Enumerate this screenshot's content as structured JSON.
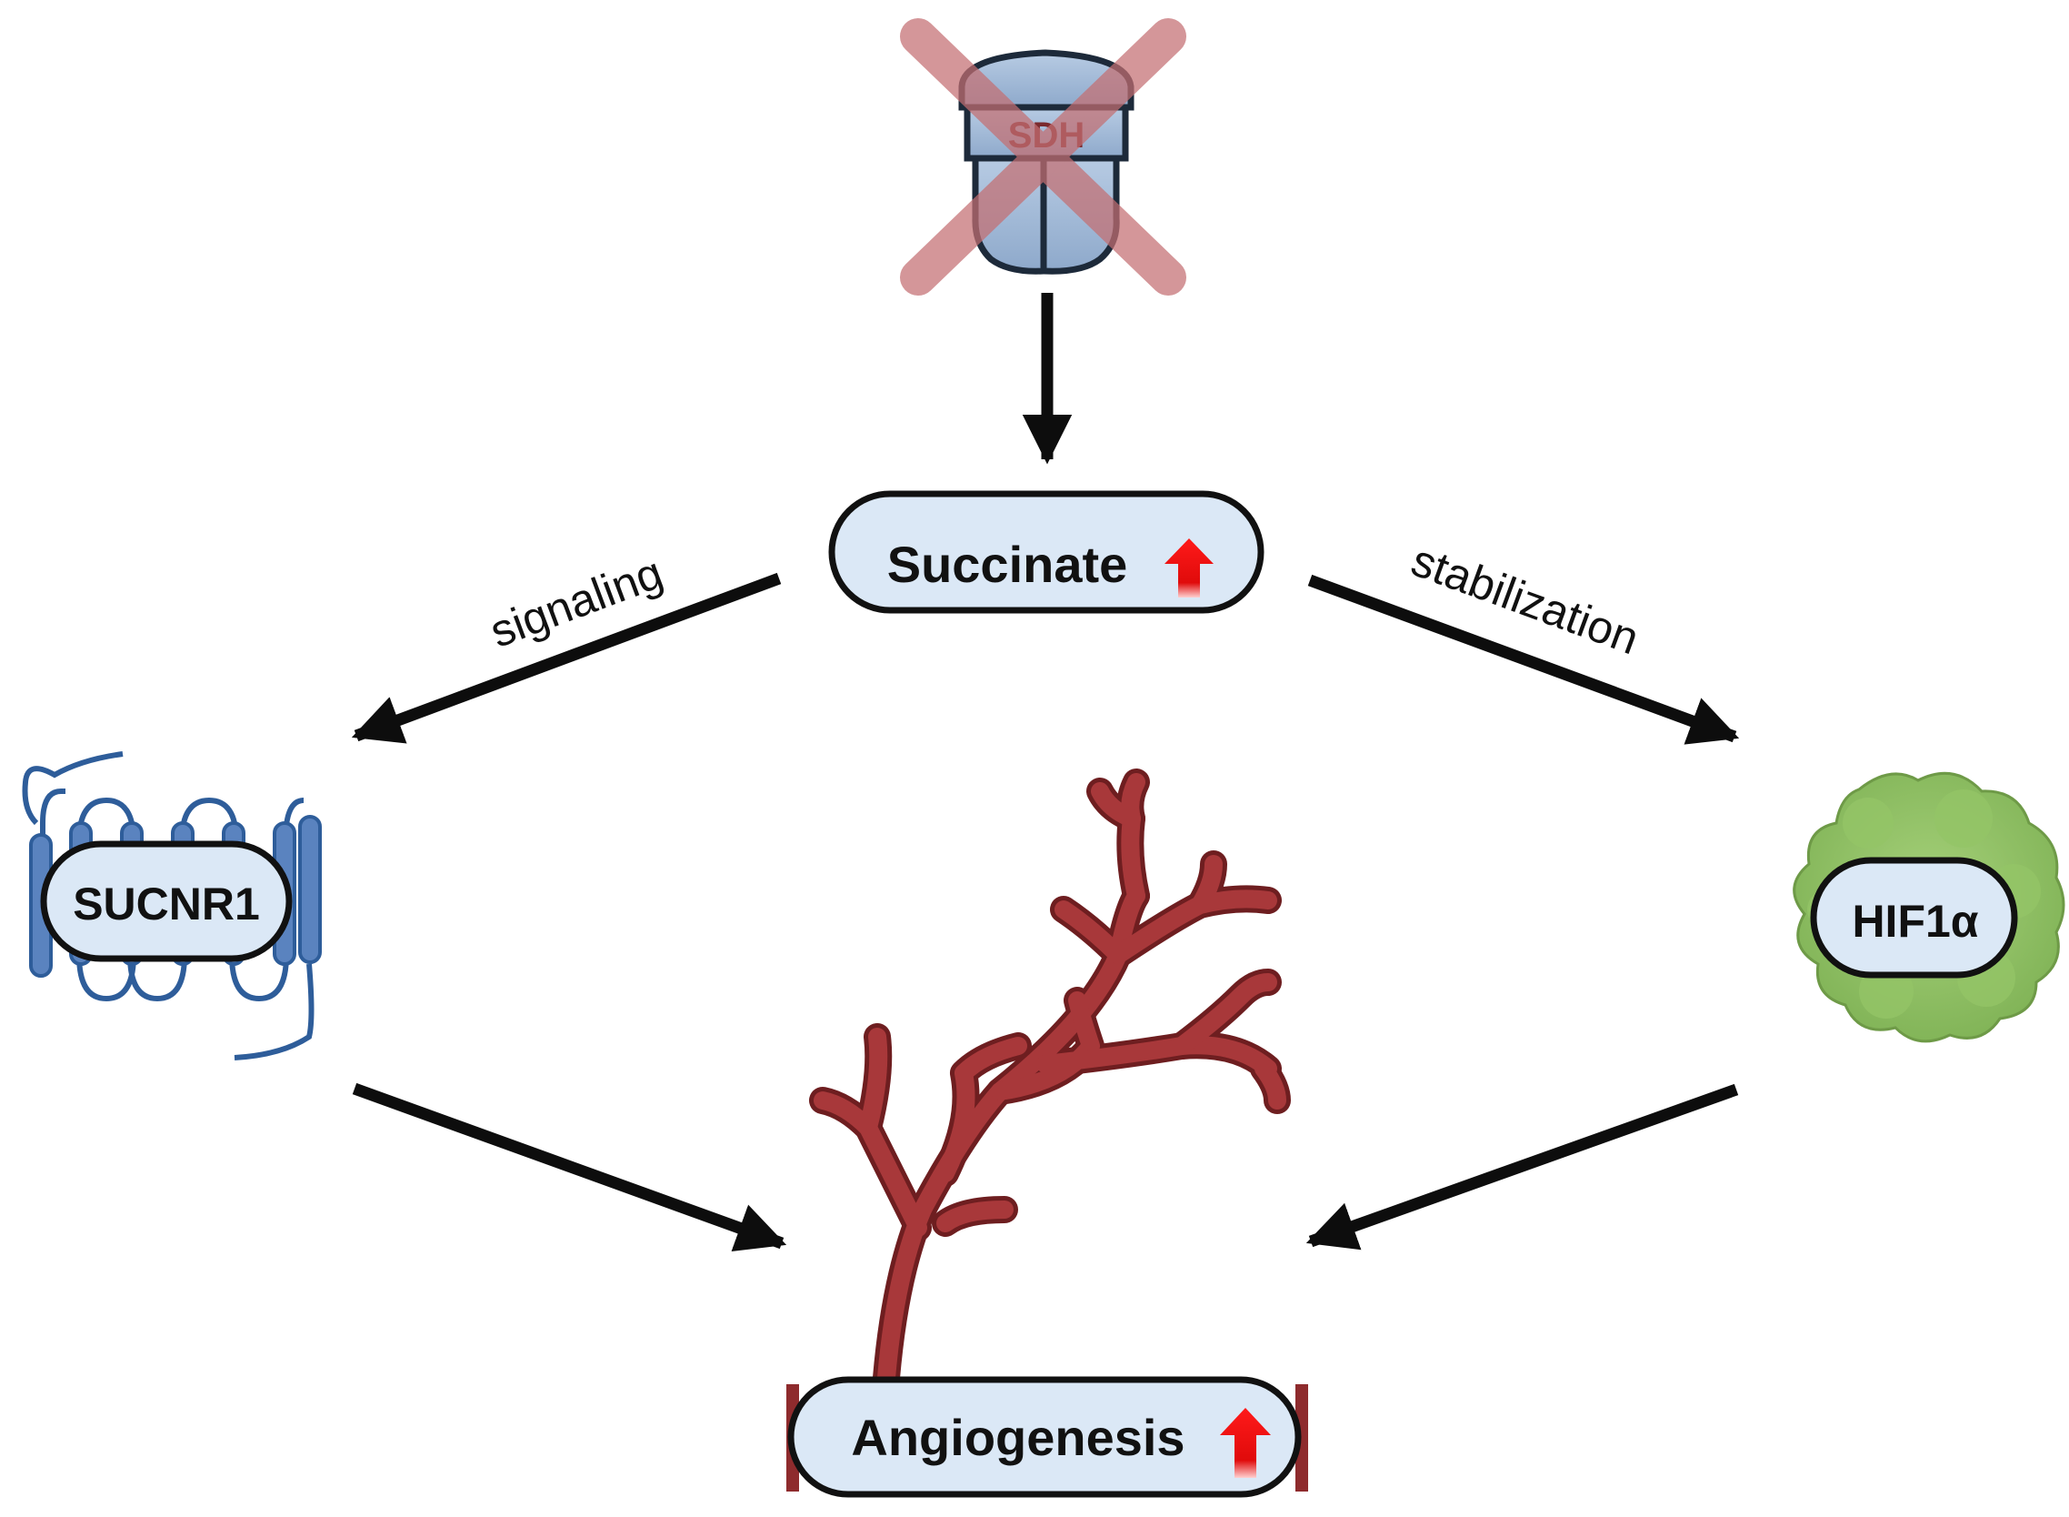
{
  "nodes": {
    "sdh": {
      "label": "SDH",
      "state": "inhibited"
    },
    "succinate": {
      "label": "Succinate",
      "indicator": "up-arrow-icon"
    },
    "sucnr1": {
      "label": "SUCNR1"
    },
    "hif1a": {
      "label": "HIF1α"
    },
    "angiogenesis": {
      "label": "Angiogenesis",
      "indicator": "up-arrow-icon"
    }
  },
  "edges": [
    {
      "from": "SDH",
      "to": "Succinate",
      "label": ""
    },
    {
      "from": "Succinate",
      "to": "SUCNR1",
      "label": "signaling"
    },
    {
      "from": "Succinate",
      "to": "HIF1α",
      "label": "stabilization"
    },
    {
      "from": "SUCNR1",
      "to": "Angiogenesis",
      "label": ""
    },
    {
      "from": "HIF1α",
      "to": "Angiogenesis",
      "label": ""
    }
  ],
  "colors": {
    "pill_fill": "#dbe8f6",
    "pill_stroke": "#111111",
    "arrow": "#0d0d0d",
    "increase_arrow": "#e01010",
    "inhibit_cross": "#c46f72",
    "sdh_protein": "#a9bfd9",
    "receptor": "#2e5d9a",
    "hif_blob": "#8dc060",
    "vessel": "#a8383a"
  }
}
